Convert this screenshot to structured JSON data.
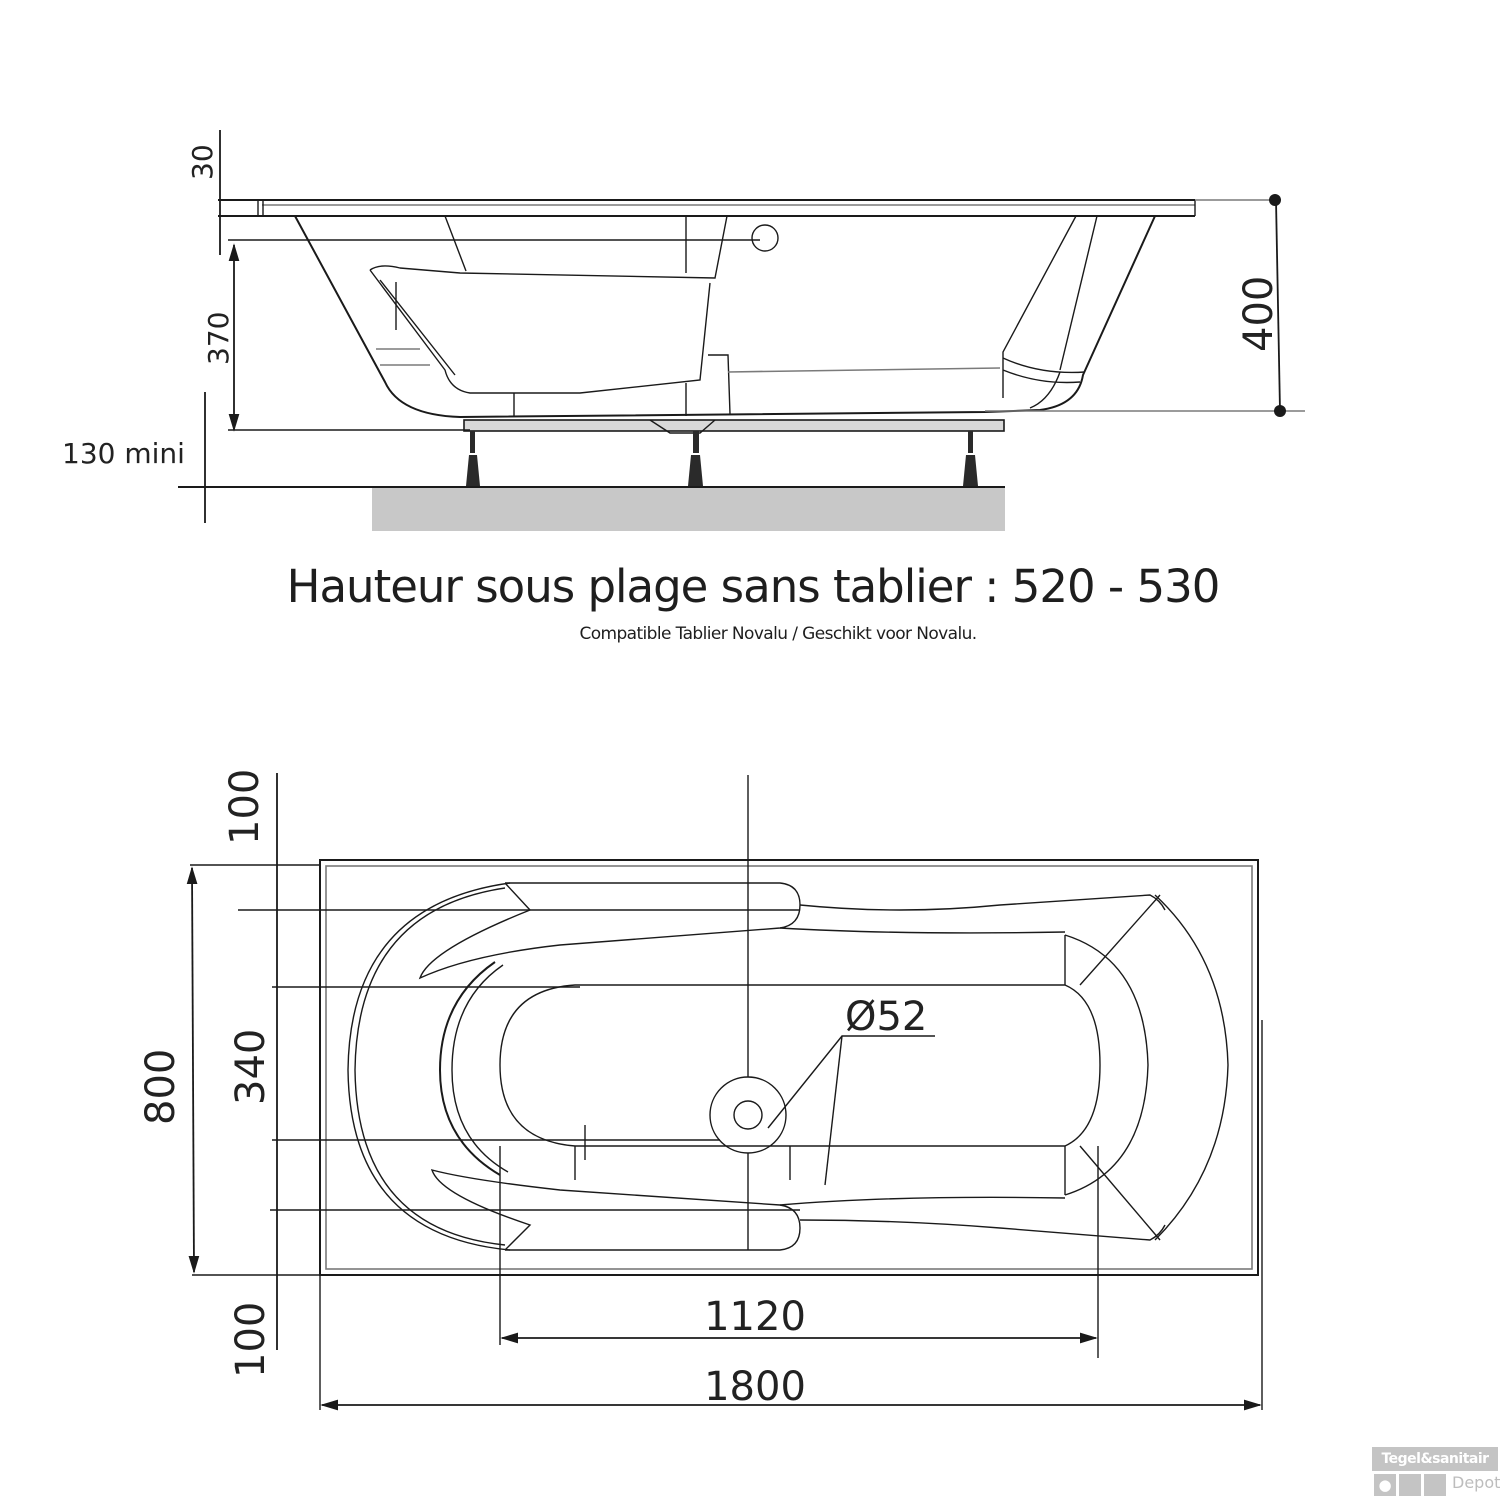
{
  "side_view": {
    "dimensions": {
      "rim_thickness": "30",
      "depth_inner": "370",
      "total_height": "400",
      "leg_height": "130 mini"
    }
  },
  "caption": {
    "main": "Hauteur sous plage sans tablier : 520 - 530",
    "sub": "Compatible Tablier Novalu / Geschikt voor Novalu."
  },
  "top_view": {
    "dimensions": {
      "top_margin": "100",
      "width": "800",
      "inner_width": "340",
      "bottom_margin": "100",
      "inner_length": "1120",
      "length": "1800",
      "drain_diameter": "Ø52"
    }
  },
  "watermark": {
    "brand": "Tegel&sanitair",
    "sub": "Depot",
    "icon": "water-drop-icon"
  }
}
